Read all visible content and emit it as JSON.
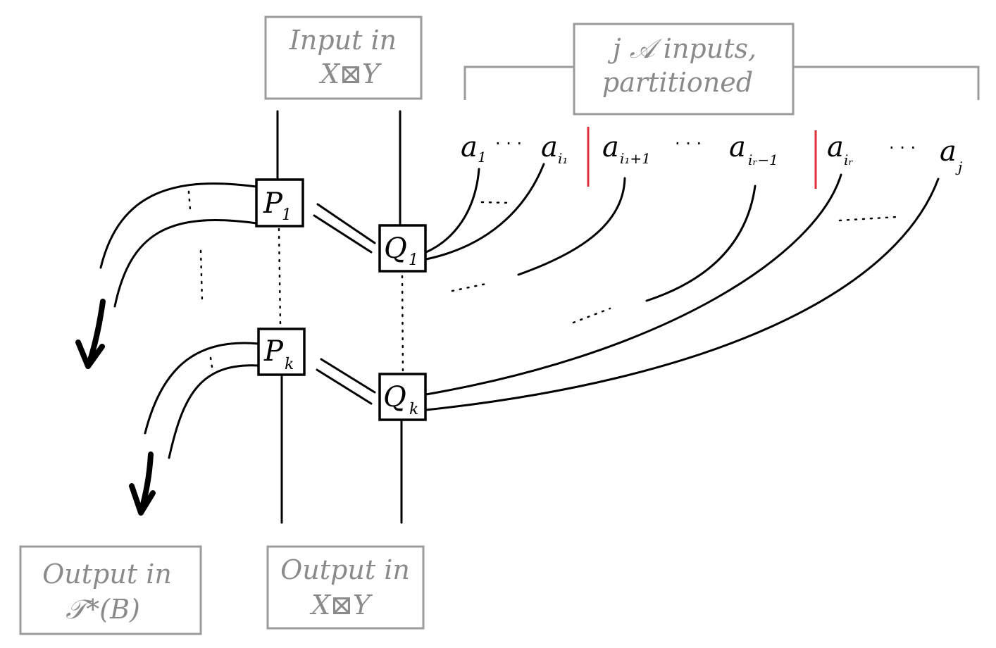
{
  "boxes": {
    "input_top": {
      "line1": "Input in",
      "line2": "X⊠Y"
    },
    "a_inputs": {
      "line1": "j 𝒜 inputs,",
      "line2": "partitioned"
    },
    "output_left": {
      "line1": "Output in",
      "line2": "𝒯*(B)"
    },
    "output_right": {
      "line1": "Output in",
      "line2": "X⊠Y"
    }
  },
  "nodes": {
    "p1": {
      "main": "P",
      "sub": "1"
    },
    "pk": {
      "main": "P",
      "sub": "k"
    },
    "q1": {
      "main": "Q",
      "sub": "1"
    },
    "qk": {
      "main": "Q",
      "sub": "k"
    }
  },
  "a_labels": {
    "a1": {
      "main": "a",
      "sub": "1"
    },
    "ai1": {
      "main": "a",
      "sub": "i₁"
    },
    "ai1p1": {
      "main": "a",
      "sub": "i₁+1"
    },
    "airm1": {
      "main": "a",
      "sub": "iᵣ−1"
    },
    "air": {
      "main": "a",
      "sub": "iᵣ"
    },
    "aj": {
      "main": "a",
      "sub": "j"
    }
  },
  "ellipses": {
    "e1": "· · ·",
    "e2": "· · ·",
    "e3": "· · ·"
  },
  "colors": {
    "box_stroke": "#9b9b9b",
    "box_text": "#8a8a8a",
    "partition": "#e0303a",
    "ink": "#000000"
  }
}
